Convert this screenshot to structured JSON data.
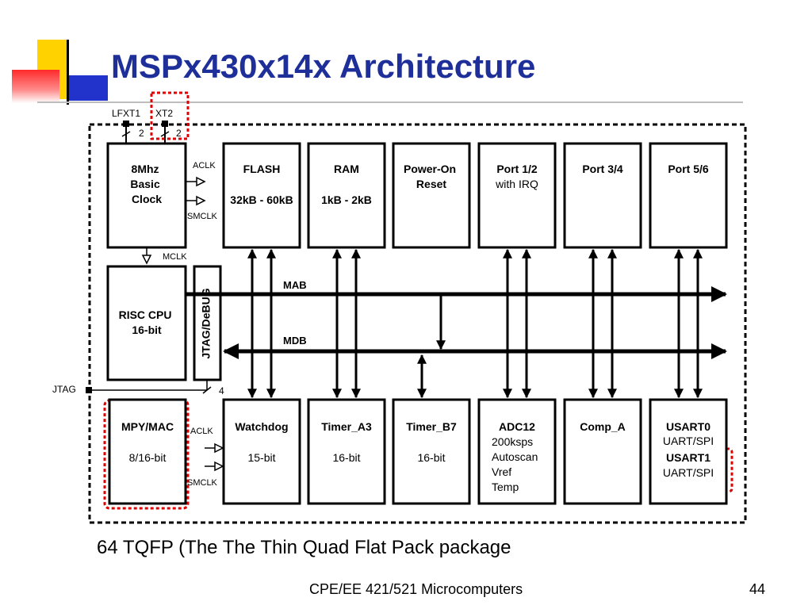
{
  "slide": {
    "title": "MSPx430x14x Architecture",
    "caption": "64 TQFP (The The Thin Quad Flat Pack package",
    "footer": "CPE/EE 421/521 Microcomputers",
    "page_number": "44"
  },
  "colors": {
    "title": "#1f2f9a",
    "deco_yellow": "#ffd200",
    "deco_blue": "#2233cc",
    "deco_red": "#ff2a2a",
    "highlight": "#e00000"
  },
  "pins": {
    "lfxt1": "LFXT1",
    "xt2": "XT2",
    "lfxt1_width": "2",
    "xt2_width": "2",
    "jtag": "JTAG",
    "jtag_width": "4"
  },
  "clock_signals": {
    "aclk": "ACLK",
    "smclk": "SMCLK",
    "mclk": "MCLK"
  },
  "buses": {
    "mab": "MAB",
    "mdb": "MDB"
  },
  "blocks": {
    "clock": [
      "8Mhz",
      "Basic",
      "Clock"
    ],
    "cpu": [
      "RISC CPU",
      "16-bit"
    ],
    "jtag_debug": "JTAG/DeBUG",
    "mpy": [
      "MPY/MAC",
      "8/16-bit"
    ],
    "flash": [
      "FLASH",
      "32kB - 60kB"
    ],
    "ram": [
      "RAM",
      "1kB - 2kB"
    ],
    "por": [
      "Power-On",
      "Reset"
    ],
    "port12": [
      "Port 1/2",
      "with IRQ"
    ],
    "port34": [
      "Port 3/4"
    ],
    "port56": [
      "Port 5/6"
    ],
    "watchdog": [
      "Watchdog",
      "15-bit"
    ],
    "timer_a3": [
      "Timer_A3",
      "16-bit"
    ],
    "timer_b7": [
      "Timer_B7",
      "16-bit"
    ],
    "adc12": [
      "ADC12",
      "200ksps",
      "Autoscan",
      "Vref",
      "Temp"
    ],
    "comp_a": [
      "Comp_A"
    ],
    "usart0": [
      "USART0",
      "UART/SPI"
    ],
    "usart1": [
      "USART1",
      "UART/SPI"
    ]
  }
}
